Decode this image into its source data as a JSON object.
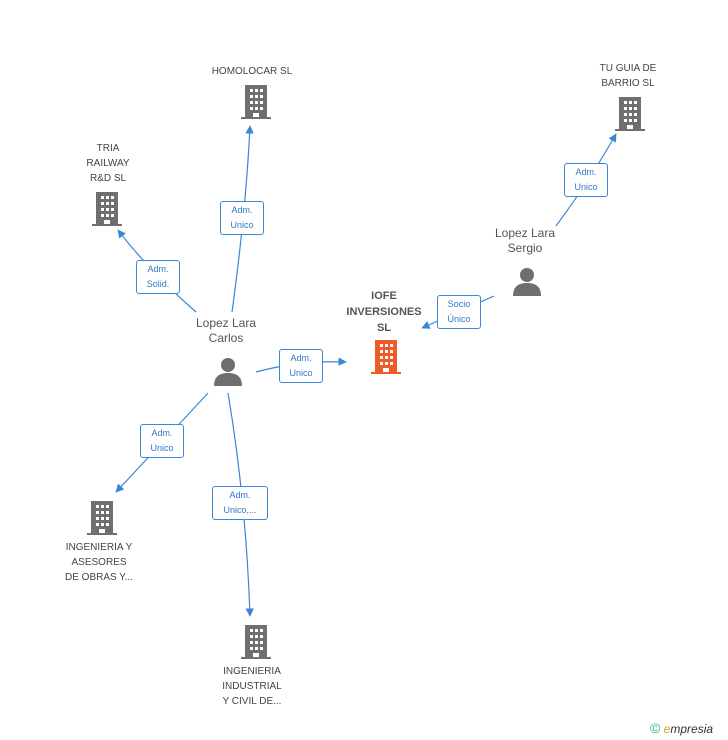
{
  "colors": {
    "edge": "#3c86d8",
    "building": "#6f6f6f",
    "main_building": "#f05a28",
    "person": "#6f6f6f"
  },
  "nodes": {
    "homolocar": {
      "label": "HOMOLOCAR SL",
      "icon": "building-icon"
    },
    "tu_guia": {
      "label": "TU GUIA DE\nBARRIO  SL",
      "icon": "building-icon"
    },
    "tria": {
      "label": "TRIA\nRAILWAY\nR&D SL",
      "icon": "building-icon"
    },
    "iofe": {
      "label": "IOFE\nINVERSIONES\nSL",
      "icon": "building-icon"
    },
    "carlos": {
      "label": "Lopez Lara\nCarlos",
      "icon": "person-icon"
    },
    "sergio": {
      "label": "Lopez Lara\nSergio",
      "icon": "person-icon"
    },
    "ingenieria_asesores": {
      "label": "INGENIERIA Y\nASESORES\nDE OBRAS Y...",
      "icon": "building-icon"
    },
    "ingenieria_industrial": {
      "label": "INGENIERIA\nINDUSTRIAL\nY CIVIL DE...",
      "icon": "building-icon"
    }
  },
  "edges": {
    "carlos_homolocar": "Adm.\nUnico",
    "carlos_tria": "Adm.\nSolid.",
    "carlos_iofe": "Adm.\nUnico",
    "carlos_asesores": "Adm.\nUnico",
    "carlos_industrial": "Adm.\nUnico,...",
    "sergio_tuguia": "Adm.\nUnico",
    "sergio_iofe": "Socio\nÚnico"
  },
  "footer": {
    "copyright_symbol": "©",
    "brand_initial": "e",
    "brand_rest": "mpresia"
  }
}
